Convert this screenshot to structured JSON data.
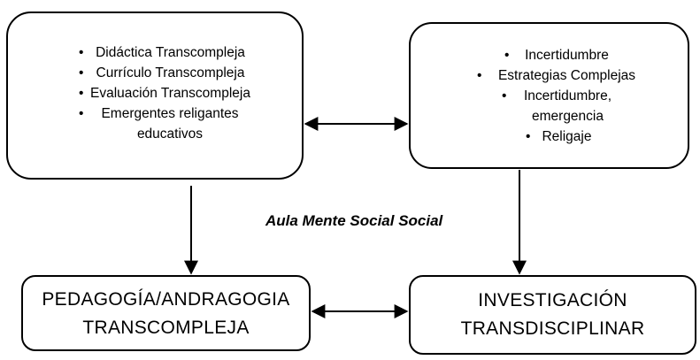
{
  "top_left": {
    "items": [
      "Didáctica Transcompleja",
      "Currículo Transcompleja",
      "Evaluación Transcompleja",
      "Emergentes religantes educativos"
    ]
  },
  "top_right": {
    "items": [
      "Incertidumbre",
      "Estrategias Complejas",
      "Incertidumbre, emergencia",
      "Religaje"
    ]
  },
  "bottom_left": {
    "line1": "PEDAGOGÍA/ANDRAGOGIA",
    "line2": "TRANSCOMPLEJA"
  },
  "bottom_right": {
    "line1": "INVESTIGACIÓN",
    "line2": "TRANSDISCIPLINAR"
  },
  "caption": "Aula Mente Social Social",
  "bullet_char": "•"
}
